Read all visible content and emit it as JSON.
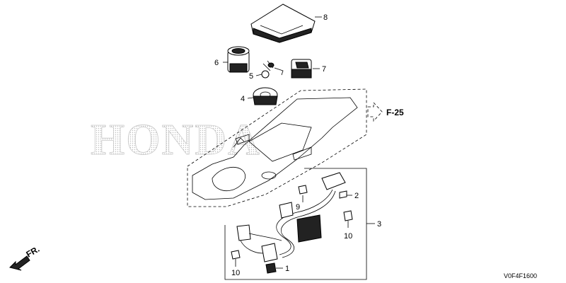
{
  "watermark": "HONDA",
  "reference_label": "F-25",
  "front_label": "FR.",
  "diagram_code": "V0F4F1600",
  "callouts": [
    "1",
    "2",
    "3",
    "4",
    "5",
    "6",
    "7",
    "8",
    "9",
    "10",
    "10"
  ]
}
